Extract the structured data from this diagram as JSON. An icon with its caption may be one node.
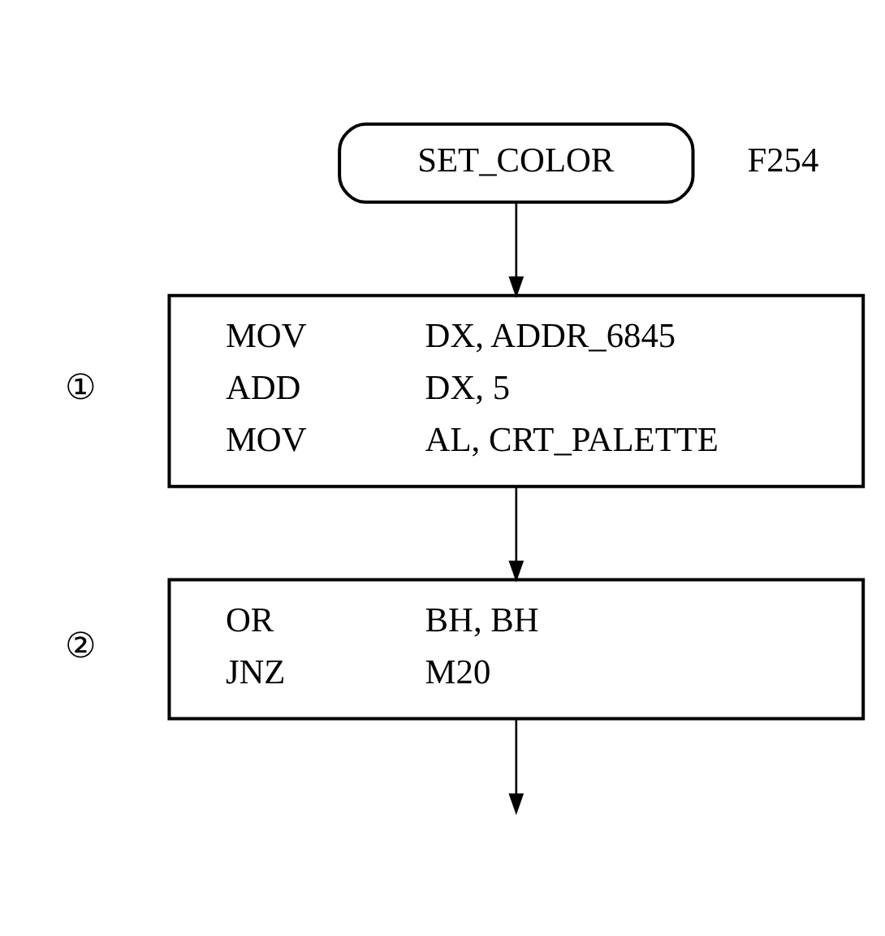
{
  "diagram": {
    "nodes": [
      {
        "text": [
          "SET_COLOR"
        ],
        "beside": [
          "F254"
        ]
      },
      {
        "text": [
          "MOV",
          "DX, ADDR_6845",
          "ADD",
          "DX, 5",
          "MOV",
          "AL, CRT_PALETTE"
        ],
        "beside": [
          "①"
        ]
      },
      {
        "text": [
          "OR",
          "BH, BH",
          "JNZ",
          "M20"
        ],
        "beside": [
          "②"
        ]
      }
    ],
    "edges": [
      {
        "from": 0,
        "to": 1,
        "arrow": "to"
      },
      {
        "from": 1,
        "to": 2,
        "arrow": "to"
      },
      {
        "from": 2,
        "to": null,
        "arrow": "to"
      }
    ]
  }
}
